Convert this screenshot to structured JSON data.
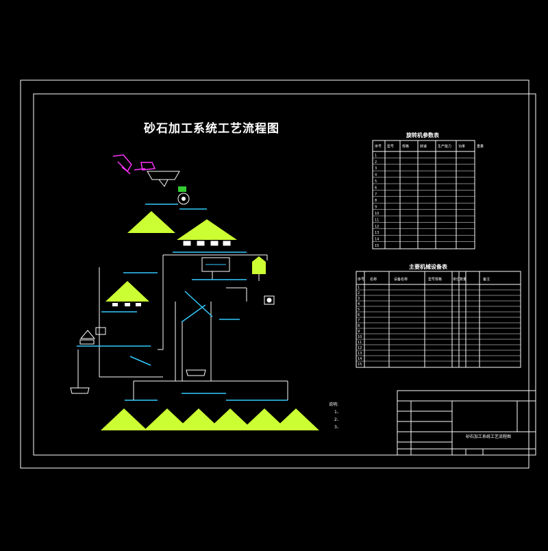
{
  "drawing": {
    "title": "砂石加工系统工艺流程图",
    "colors": {
      "background": "#000000",
      "lines": "#ffffff",
      "frame": "#ffffff",
      "stockpile": "#ccff33",
      "conveyor": "#33ccff",
      "crusher": "#ccff33",
      "excavator": "#ff33ff"
    }
  },
  "table_crusher": {
    "caption": "旋转机参数表",
    "header": [
      "序号",
      "型号",
      "规格",
      "转速",
      "生产能力",
      "功率",
      "重量"
    ],
    "rows": [
      [
        "1",
        "",
        "",
        "",
        "",
        "",
        ""
      ],
      [
        "2",
        "",
        "",
        "",
        "",
        "",
        ""
      ],
      [
        "3",
        "",
        "",
        "",
        "",
        "",
        ""
      ],
      [
        "4",
        "",
        "",
        "",
        "",
        "",
        ""
      ],
      [
        "5",
        "",
        "",
        "",
        "",
        "",
        ""
      ],
      [
        "6",
        "",
        "",
        "",
        "",
        "",
        ""
      ],
      [
        "7",
        "",
        "",
        "",
        "",
        "",
        ""
      ],
      [
        "8",
        "",
        "",
        "",
        "",
        "",
        ""
      ],
      [
        "9",
        "",
        "",
        "",
        "",
        "",
        ""
      ],
      [
        "10",
        "",
        "",
        "",
        "",
        "",
        ""
      ],
      [
        "11",
        "",
        "",
        "",
        "",
        "",
        ""
      ],
      [
        "12",
        "",
        "",
        "",
        "",
        "",
        ""
      ],
      [
        "13",
        "",
        "",
        "",
        "",
        "",
        ""
      ],
      [
        "14",
        "",
        "",
        "",
        "",
        "",
        ""
      ],
      [
        "15",
        "",
        "",
        "",
        "",
        "",
        ""
      ]
    ]
  },
  "table_equipment": {
    "caption": "主要机械设备表",
    "header": [
      "序号",
      "名称",
      "设备名称",
      "型号规格",
      "单位",
      "数量",
      "备注"
    ],
    "rows": [
      [
        "1"
      ],
      [
        "2"
      ],
      [
        "3"
      ],
      [
        "4"
      ],
      [
        "5"
      ],
      [
        "6"
      ],
      [
        "7"
      ],
      [
        "8"
      ],
      [
        "9"
      ],
      [
        "10"
      ],
      [
        "11"
      ],
      [
        "12"
      ],
      [
        "13"
      ],
      [
        "14"
      ],
      [
        "15"
      ]
    ]
  },
  "notes": {
    "heading": "说明:",
    "lines": [
      "1、",
      "2、",
      "3、"
    ]
  },
  "title_block": {
    "drawing_name": "砂石加工系统工艺流程图"
  }
}
